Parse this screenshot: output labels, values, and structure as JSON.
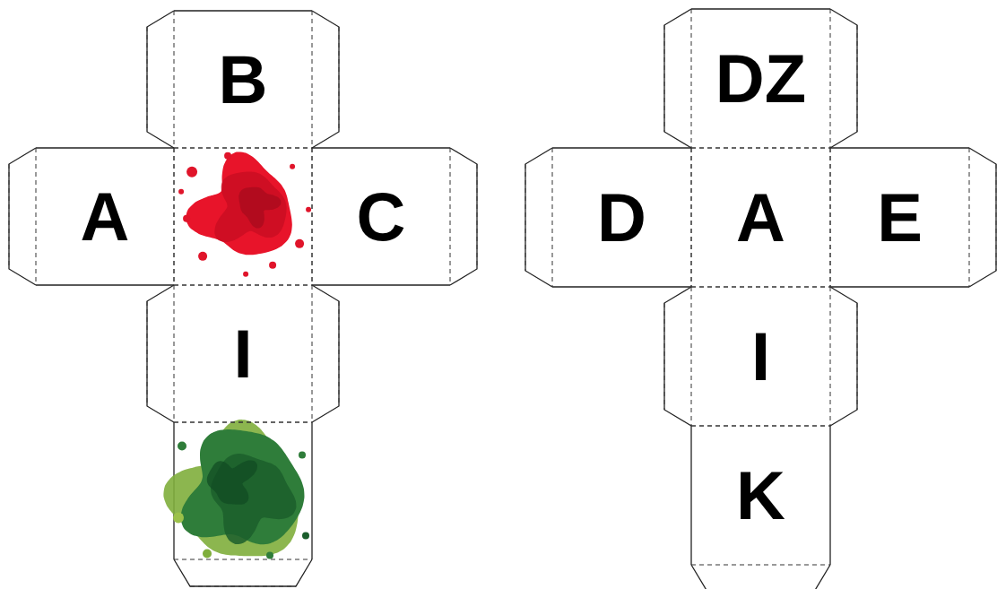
{
  "diagram": {
    "nodes": [
      {
        "text": [
          "B"
        ]
      },
      {
        "text": [
          "A"
        ]
      },
      {
        "text": [
          "C"
        ]
      },
      {
        "text": [
          "I"
        ]
      },
      {
        "text": [
          "DZ"
        ]
      },
      {
        "text": [
          "D"
        ]
      },
      {
        "text": [
          "A"
        ]
      },
      {
        "text": [
          "E"
        ]
      },
      {
        "text": [
          "I"
        ]
      },
      {
        "text": [
          "K"
        ]
      }
    ]
  }
}
